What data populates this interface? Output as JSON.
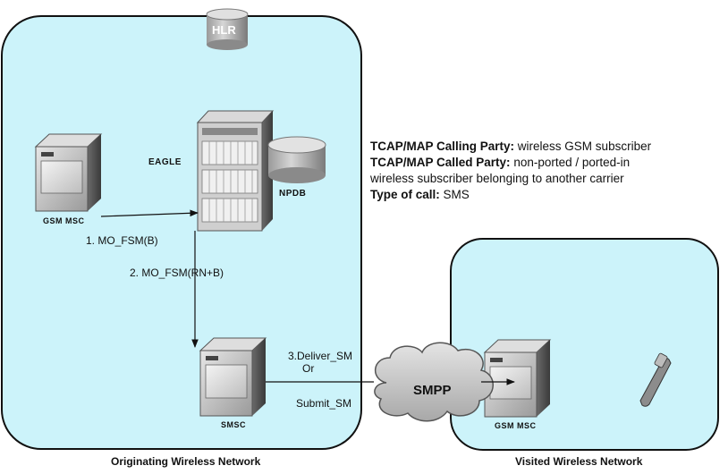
{
  "diagram": {
    "nodes": {
      "hlr": "HLR",
      "eagle": "EAGLE",
      "npdb": "NPDB",
      "gsm_msc_origin": "GSM MSC",
      "smsc": "SMSC",
      "smpp": "SMPP",
      "gsm_msc_visited": "GSM MSC"
    },
    "messages": {
      "msg1": "1. MO_FSM(B)",
      "msg2": "2. MO_FSM(RN+B)",
      "msg3_line1": "3.Deliver_SM",
      "msg3_line2": "Or",
      "msg3_line3": "Submit_SM"
    },
    "info": {
      "calling_label": "TCAP/MAP Calling Party:",
      "calling_value": "wireless GSM subscriber",
      "called_label": "TCAP/MAP Called Party:",
      "called_value": "non-ported / ported-in",
      "called_value_cont": "wireless subscriber belonging to another carrier",
      "type_label": "Type of call:",
      "type_value": "SMS"
    },
    "networks": {
      "originating": "Originating Wireless Network",
      "visited": "Visited Wireless Network"
    },
    "colors": {
      "network_fill": "#ccf3fa",
      "device_face": "#c8c8c8",
      "device_dark": "#555555",
      "cloud_fill": "#cfcfcf"
    }
  }
}
